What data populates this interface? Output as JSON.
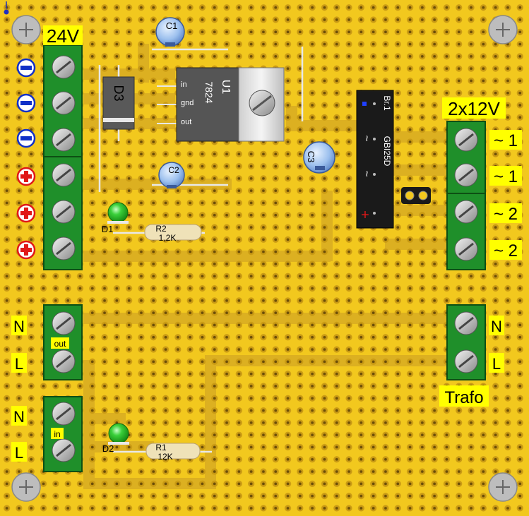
{
  "colors": {
    "board": "#f2c81e",
    "trace": "#d9ab1c",
    "pad": "#b98a12",
    "terminal_green": "#1f8f2a",
    "screw": "#bdbdbd",
    "label_bg": "#ffff00",
    "minus": "#1030c8",
    "plus": "#e01818",
    "led": "#2fc02f",
    "resistor": "#efe2b8",
    "cap": "#a8c8f0"
  },
  "labels": {
    "v24": "24V",
    "v2x12": "2x12V",
    "trafo": "Trafo",
    "tilde1a": "~ 1",
    "tilde1b": "~ 1",
    "tilde2a": "~ 2",
    "tilde2b": "~ 2",
    "n_out": "N",
    "l_out": "L",
    "n_in": "N",
    "l_in": "L",
    "n_trafo": "N",
    "l_trafo": "L",
    "out": "out",
    "in": "in"
  },
  "components": {
    "c1": "C1",
    "c2": "C2",
    "c3": "C3",
    "d3": "D3",
    "d1": "D1",
    "d2": "D2",
    "u1": "U1",
    "u1_part": "7824",
    "u1_in": "in",
    "u1_gnd": "gnd",
    "u1_out": "out",
    "r2": "R2",
    "r2_val": "1,2K",
    "r1": "R1",
    "r1_val": "12K",
    "br1": "Br.1",
    "br1_part": "GBI25D",
    "br_tilde1": "~",
    "br_tilde2": "~",
    "br_plus": "+"
  }
}
